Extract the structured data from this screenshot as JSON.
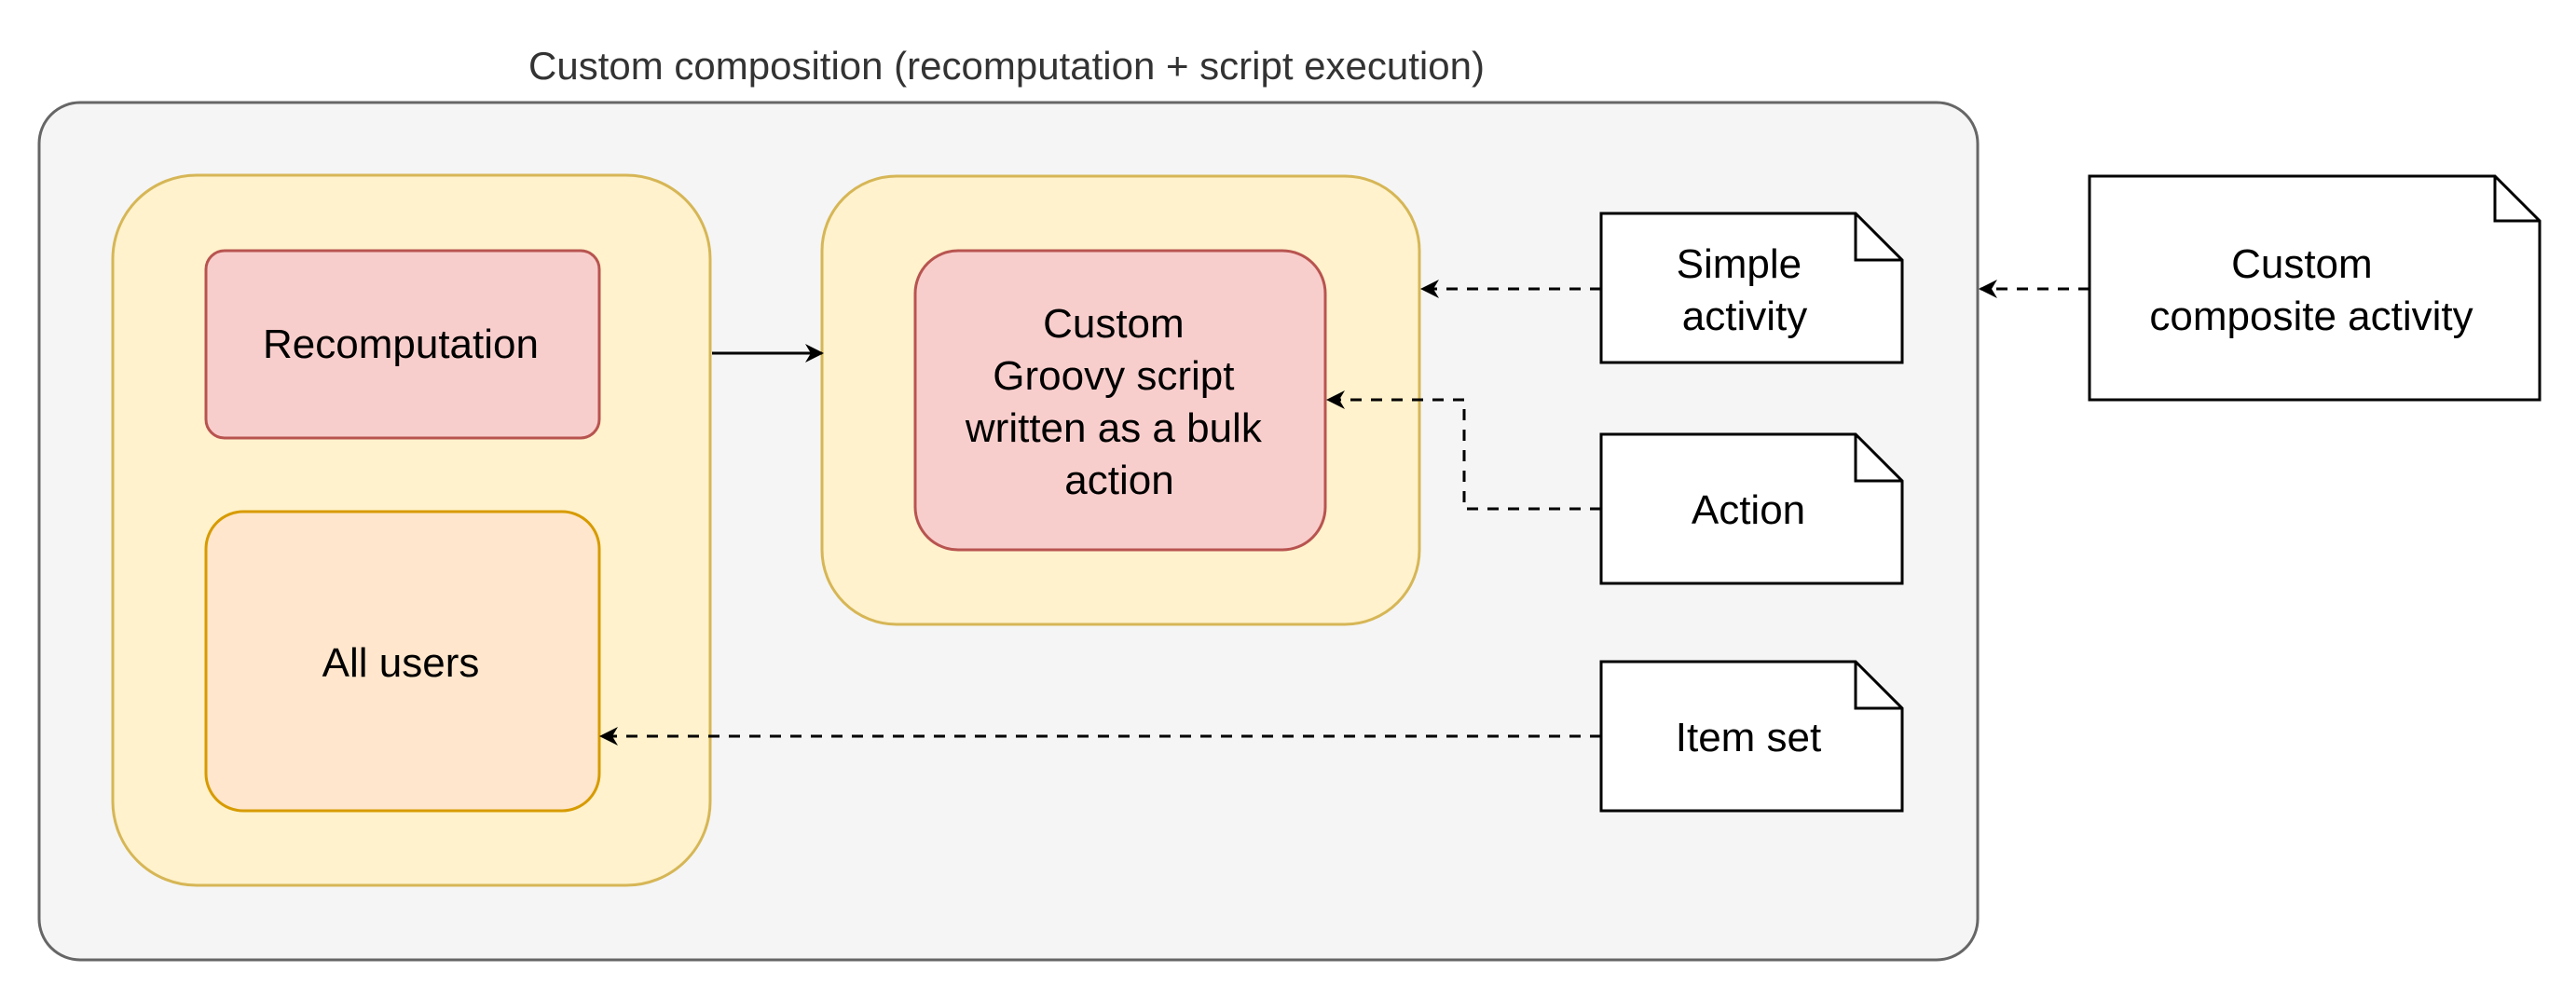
{
  "diagram": {
    "container_title": "Custom composition (recomputation + script execution)",
    "nodes": {
      "recomputation": "Recomputation",
      "all_users": "All users",
      "custom_script": [
        "Custom",
        "Groovy script",
        "written as a bulk",
        "action"
      ],
      "simple_activity": [
        "Simple",
        "activity"
      ],
      "action": "Action",
      "item_set": "Item set",
      "custom_composite_activity": [
        "Custom",
        "composite activity"
      ]
    }
  },
  "colors": {
    "container_fill": "#f5f5f5",
    "container_stroke": "#666666",
    "group_fill": "#fff2cc",
    "group_stroke": "#d6b656",
    "red_fill": "#f8cecc",
    "red_stroke": "#b85450",
    "orange_fill": "#ffe6cc",
    "orange_stroke": "#d79b00",
    "note_fill": "#ffffff",
    "line": "#000000",
    "title_text": "#333333"
  }
}
